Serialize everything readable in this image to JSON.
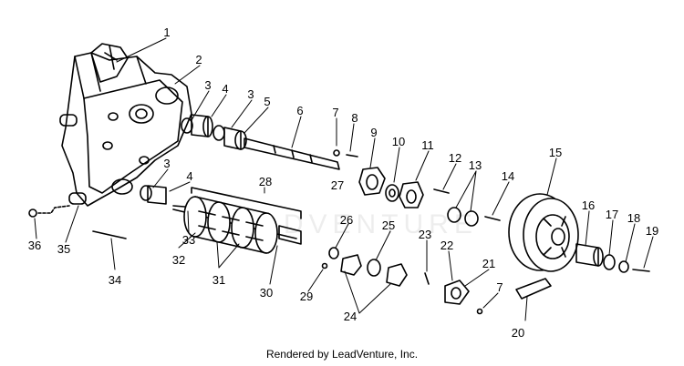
{
  "diagram": {
    "watermark": "LEADVENTURE",
    "footer": "Rendered by LeadVenture, Inc.",
    "callouts": [
      "1",
      "2",
      "3",
      "4",
      "3",
      "5",
      "6",
      "7",
      "8",
      "9",
      "10",
      "11",
      "12",
      "13",
      "14",
      "15",
      "3",
      "4",
      "28",
      "26",
      "25",
      "23",
      "22",
      "21",
      "7",
      "16",
      "17",
      "18",
      "19",
      "36",
      "35",
      "34",
      "33",
      "32",
      "31",
      "30",
      "29",
      "24",
      "27",
      "20"
    ]
  }
}
